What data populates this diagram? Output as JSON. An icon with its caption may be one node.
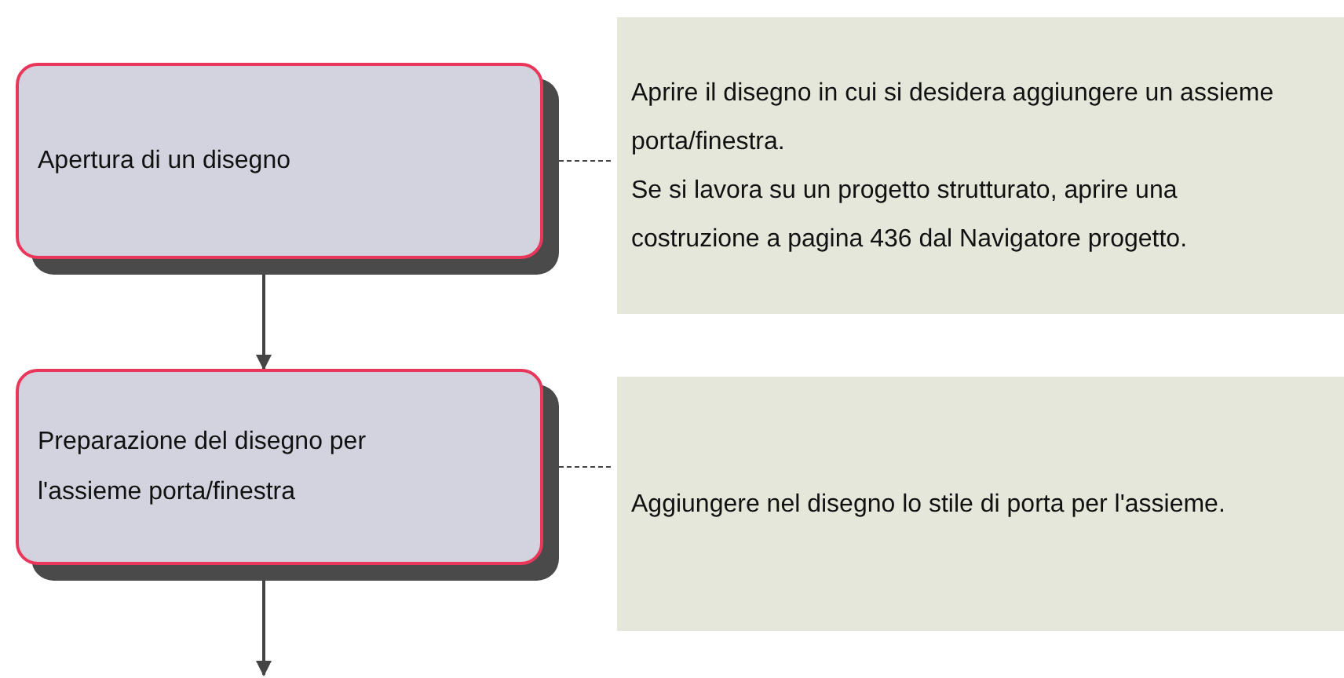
{
  "diagram": {
    "nodes": [
      {
        "text": [
          "Apertura di un disegno"
        ]
      },
      {
        "text": [
          "Aprire il disegno in cui si desidera aggiungere un assieme porta/finestra.",
          "Se si lavora su un progetto strutturato, aprire una costruzione a pagina 436 dal Navigatore progetto."
        ]
      },
      {
        "text": [
          "Preparazione del disegno per l'assieme porta/finestra"
        ]
      },
      {
        "text": [
          "Aggiungere nel disegno lo stile di porta per l'assieme."
        ]
      }
    ],
    "edges": [
      {
        "from": 0,
        "to": 1,
        "arrow": "none",
        "style": "dashed"
      },
      {
        "from": 0,
        "to": 2,
        "arrow": "to"
      },
      {
        "from": 2,
        "to": 3,
        "arrow": "none",
        "style": "dashed"
      },
      {
        "from": 2,
        "to": null,
        "arrow": "to"
      }
    ]
  }
}
